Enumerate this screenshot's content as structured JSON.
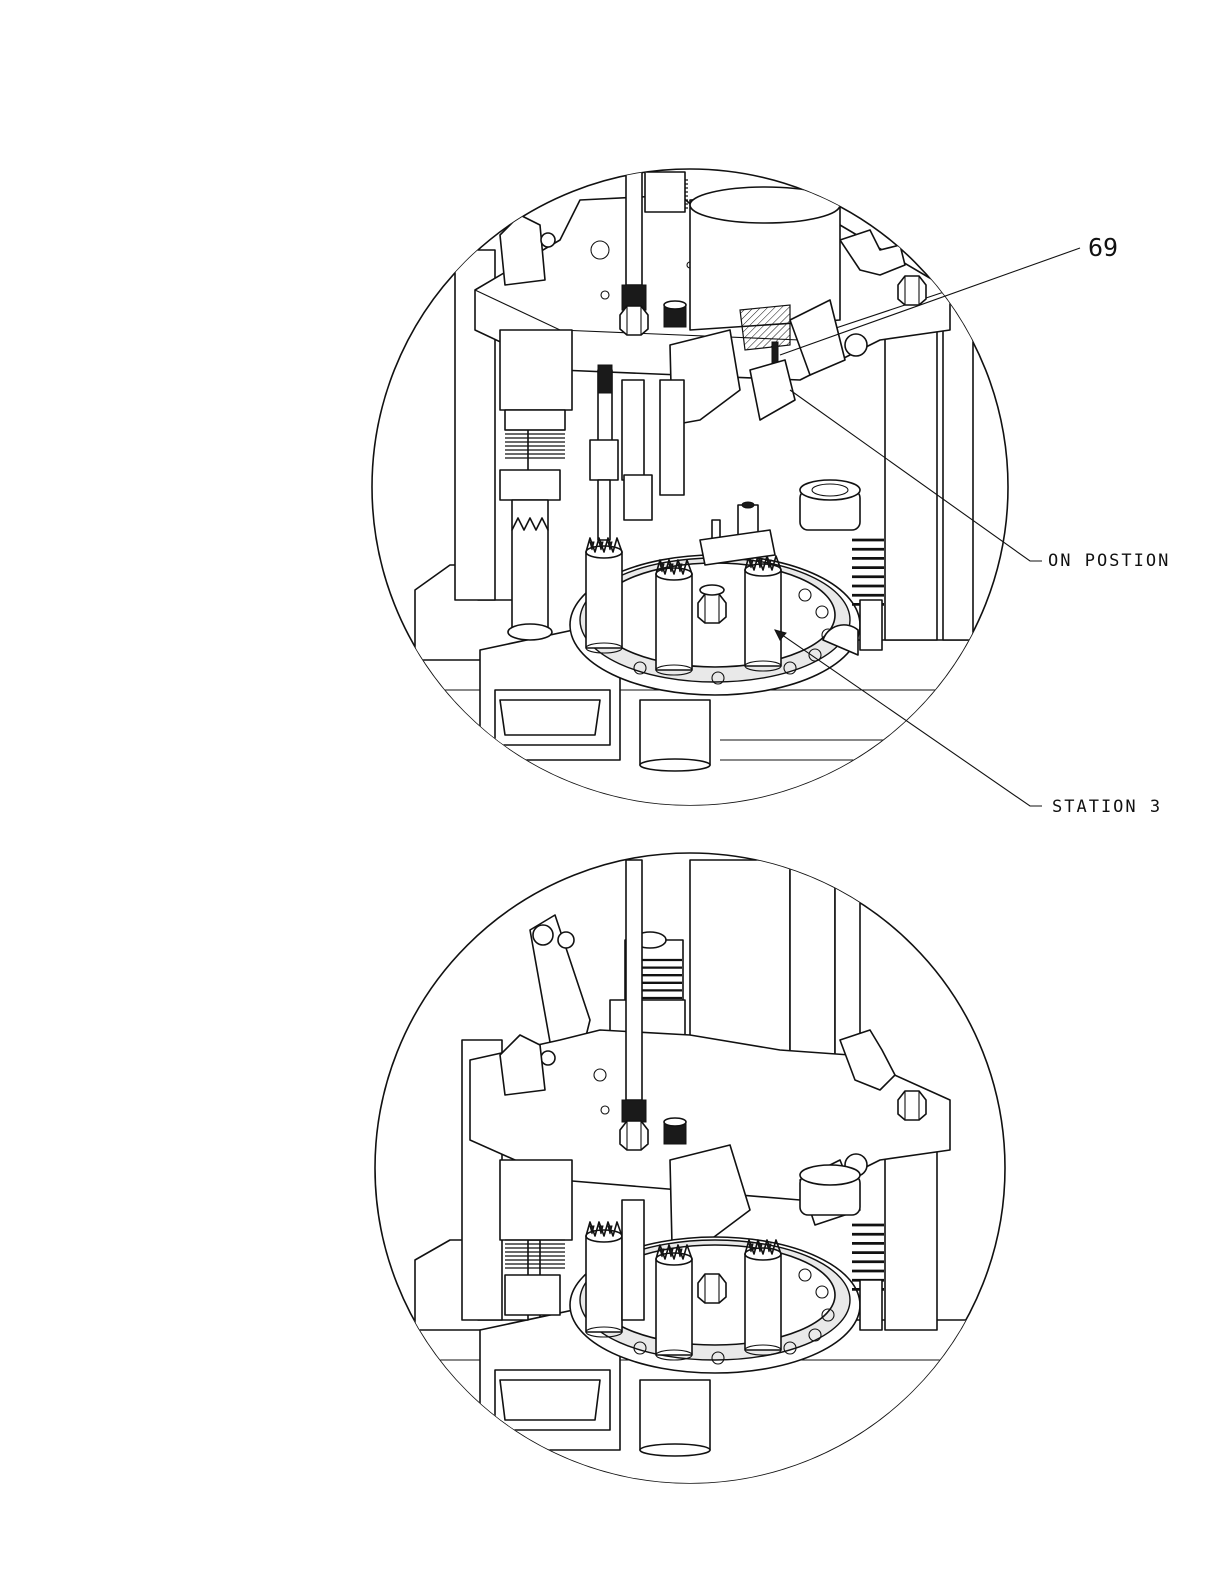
{
  "callouts": {
    "part_number": "69",
    "on_position": "ON POSTION",
    "station": "STATION 3"
  }
}
